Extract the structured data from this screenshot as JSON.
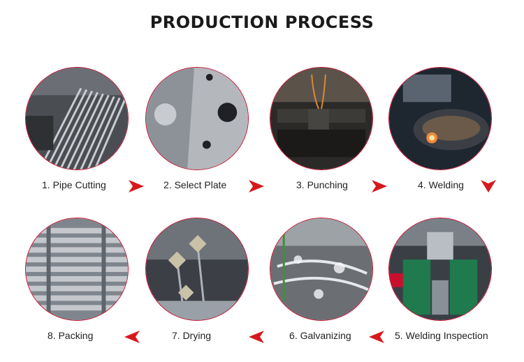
{
  "header": {
    "title": "PRODUCTION PROCESS"
  },
  "steps": [
    {
      "label": "1. Pipe Cutting",
      "image": "pipe-cutting-photo"
    },
    {
      "label": "2. Select Plate",
      "image": "select-plate-photo"
    },
    {
      "label": "3. Punching",
      "image": "punching-photo"
    },
    {
      "label": "4. Welding",
      "image": "welding-photo"
    },
    {
      "label": "5. Welding Inspection",
      "image": "welding-inspection-photo"
    },
    {
      "label": "6. Galvanizing",
      "image": "galvanizing-photo"
    },
    {
      "label": "7. Drying",
      "image": "drying-photo"
    },
    {
      "label": "8. Packing",
      "image": "packing-photo"
    }
  ],
  "colors": {
    "accent": "#d7191c",
    "border": "#c8102e",
    "text": "#222222"
  },
  "icons": {
    "arrow_right": "arrow-right-icon",
    "arrow_down": "arrow-down-icon",
    "arrow_left": "arrow-left-icon"
  }
}
